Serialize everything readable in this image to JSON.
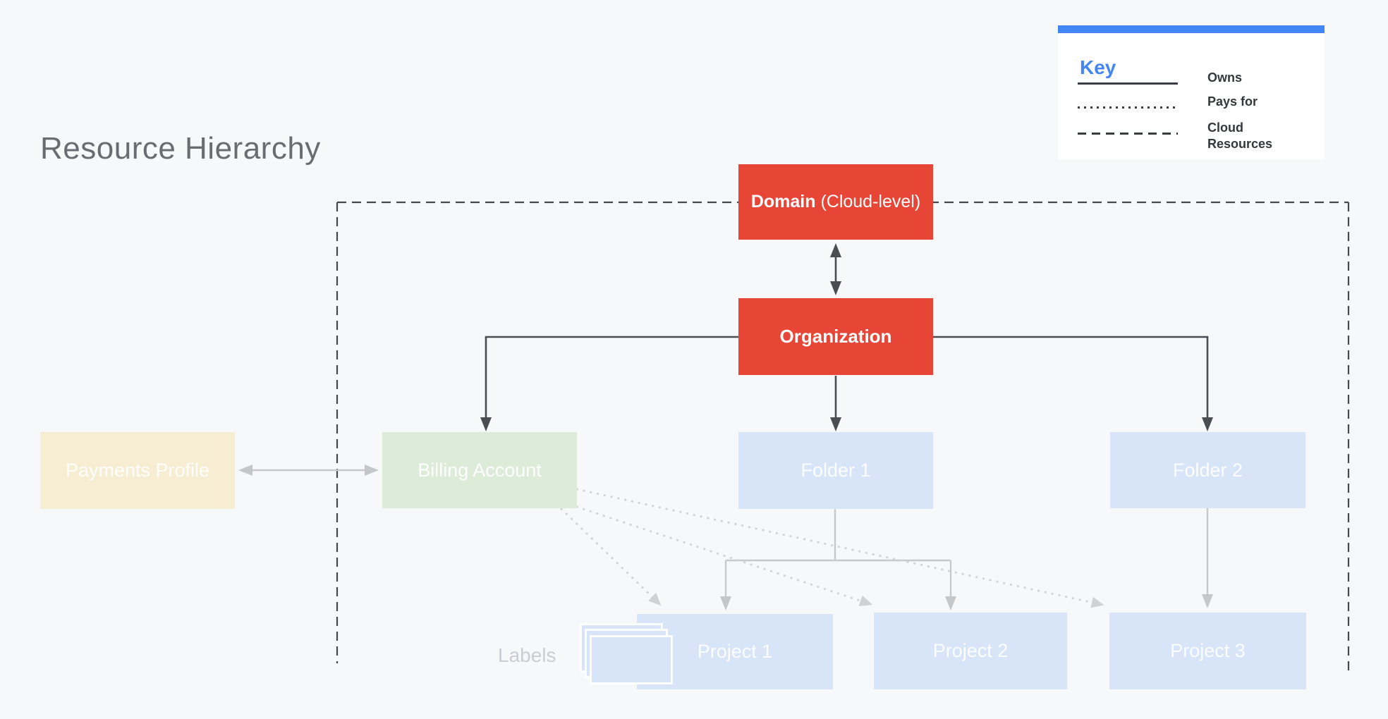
{
  "title": "Resource Hierarchy",
  "key": {
    "heading": "Key",
    "entries": [
      {
        "line_style": "solid",
        "label": "Owns"
      },
      {
        "line_style": "dotted",
        "label": "Pays for"
      },
      {
        "line_style": "dashed",
        "label": "Cloud Resources"
      }
    ]
  },
  "nodes": {
    "domain": {
      "name": "Domain",
      "suffix": " (Cloud-level)"
    },
    "organization": {
      "label": "Organization"
    },
    "payments_profile": {
      "label": "Payments Profile"
    },
    "billing_account": {
      "label": "Billing Account"
    },
    "folder_1": {
      "label": "Folder 1"
    },
    "folder_2": {
      "label": "Folder 2"
    },
    "project_1": {
      "label": "Project 1"
    },
    "project_2": {
      "label": "Project 2"
    },
    "project_3": {
      "label": "Project 3"
    }
  },
  "annotations": {
    "labels_caption": "Labels"
  },
  "colors": {
    "background": "#f7f8fa",
    "node_red": "#e74536",
    "node_blue": "#d8e4f8",
    "node_green": "#ddebd9",
    "node_cream": "#f6edd3",
    "accent_blue": "#4285f4",
    "line_dark": "#46494d",
    "line_light": "#c7c9cc",
    "line_dotted": "#d2d4d2",
    "title_gray": "#696c70"
  }
}
